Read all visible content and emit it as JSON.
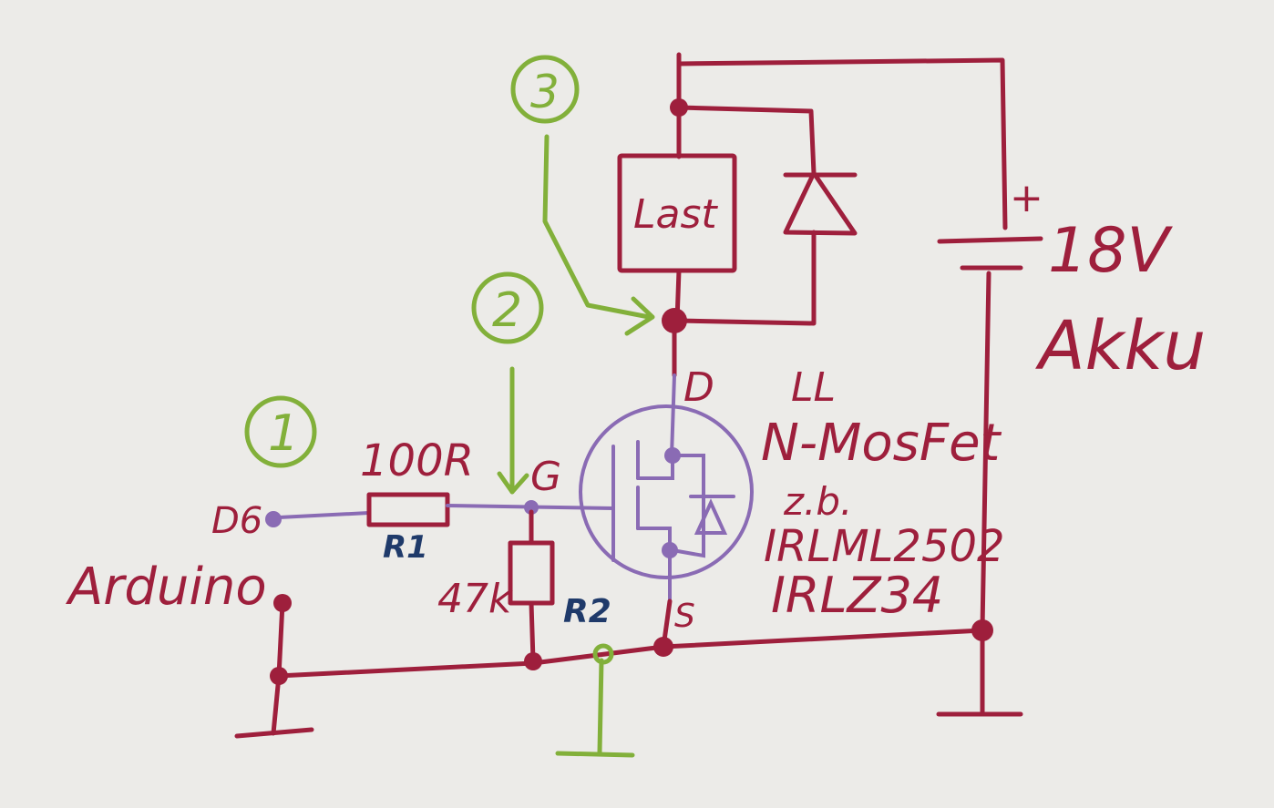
{
  "colors": {
    "wire": "#9e1f3c",
    "signal": "#8a6bb4",
    "annotation": "#82b03a",
    "label_blue": "#1f3a6a",
    "paper": "#ecebe8"
  },
  "labels": {
    "marker_1": "1",
    "marker_2": "2",
    "marker_3": "3",
    "arduino_pin": "D6",
    "arduino": "Arduino",
    "r1_value": "100R",
    "r1_name": "R1",
    "r2_value": "47k",
    "r2_name": "R2",
    "gate": "G",
    "drain": "D",
    "source": "S",
    "load": "Last",
    "battery_plus": "+",
    "battery_voltage": "18V",
    "battery_name": "Akku",
    "mosfet_ll": "LL",
    "mosfet_type": "N-MosFet",
    "example": "z.b.",
    "part_1": "IRLML2502",
    "part_2": "IRLZ34"
  }
}
